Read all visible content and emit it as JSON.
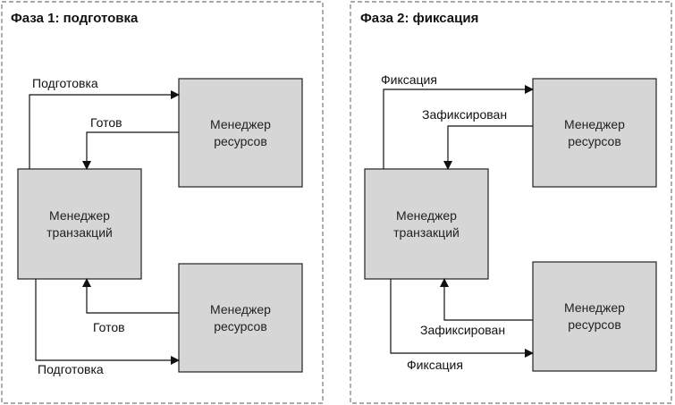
{
  "phase1": {
    "title": "Фаза 1: подготовка",
    "tm": [
      "Менеджер",
      "транзакций"
    ],
    "rm_top": [
      "Менеджер",
      "ресурсов"
    ],
    "rm_bottom": [
      "Менеджер",
      "ресурсов"
    ],
    "top_request": "Подготовка",
    "top_reply": "Готов",
    "bottom_reply": "Готов",
    "bottom_request": "Подготовка"
  },
  "phase2": {
    "title": "Фаза 2: фиксация",
    "tm": [
      "Менеджер",
      "транзакций"
    ],
    "rm_top": [
      "Менеджер",
      "ресурсов"
    ],
    "rm_bottom": [
      "Менеджер",
      "ресурсов"
    ],
    "top_request": "Фиксация",
    "top_reply": "Зафиксирован",
    "bottom_reply": "Зафиксирован",
    "bottom_request": "Фиксация"
  }
}
